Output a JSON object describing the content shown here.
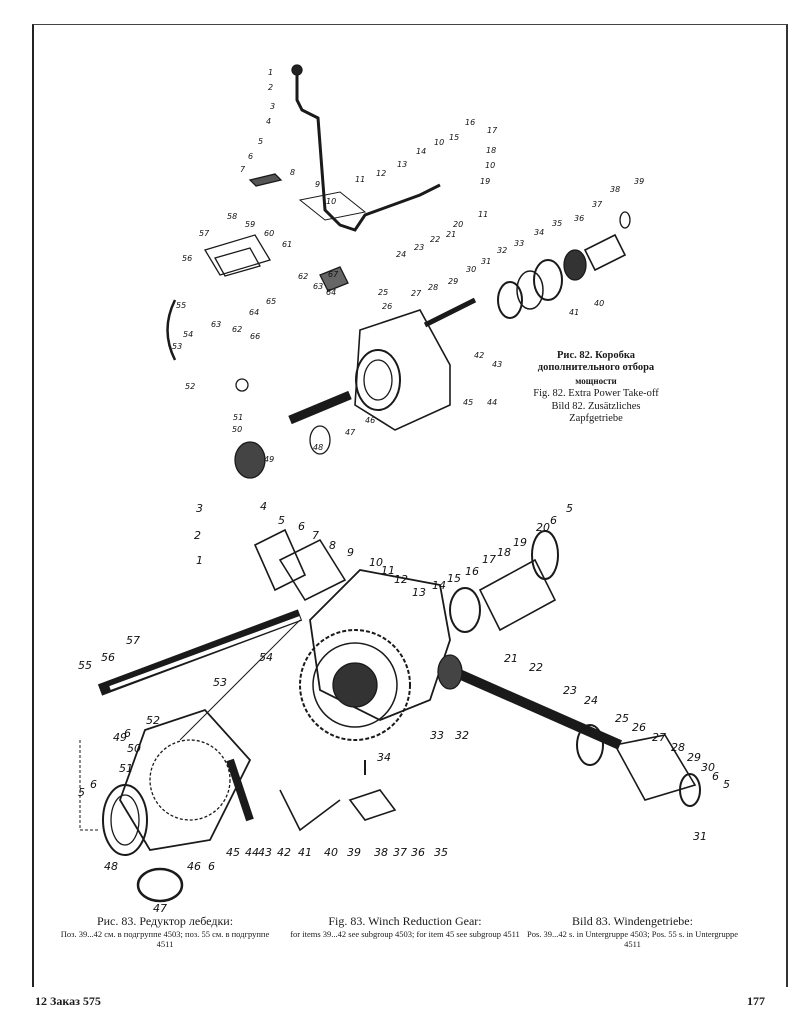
{
  "fig82": {
    "caption_ru": "Рис. 82. Коробка дополнительного отбора",
    "caption_ru_2": "мощности",
    "caption_en": "Fig. 82. Extra Power Take-off",
    "caption_de": "Bild 82. Zusätzliches Zapfgetriebe",
    "labels": [
      "1",
      "2",
      "3",
      "4",
      "5",
      "6",
      "7",
      "8",
      "9",
      "10",
      "11",
      "12",
      "13",
      "14",
      "10",
      "15",
      "16",
      "17",
      "18",
      "10",
      "19",
      "11",
      "20",
      "21",
      "22",
      "23",
      "24",
      "25",
      "26",
      "27",
      "28",
      "29",
      "30",
      "31",
      "32",
      "33",
      "34",
      "35",
      "36",
      "37",
      "38",
      "39",
      "40",
      "41",
      "42",
      "43",
      "44",
      "45",
      "46",
      "47",
      "48",
      "49",
      "50",
      "51",
      "52",
      "53",
      "54",
      "55",
      "56",
      "57",
      "58",
      "59",
      "60",
      "61",
      "62",
      "63",
      "64",
      "65",
      "66",
      "67",
      "62",
      "63",
      "64"
    ]
  },
  "fig83": {
    "caption_ru": "Рис. 83. Редуктор лебедки:",
    "note_ru": "Поз. 39...42 см. в подгруппе 4503; поз. 55 см. в подгруппе 4511",
    "caption_en": "Fig. 83. Winch Reduction Gear:",
    "note_en": "for items 39...42 see subgroup 4503; for item 45 see subgroup 4511",
    "caption_de": "Bild 83. Windengetriebe:",
    "note_de": "Pos. 39...42 s. in Untergruppe 4503; Pos. 55 s. in Untergruppe 4511",
    "labels": [
      "3",
      "4",
      "5",
      "2",
      "1",
      "6",
      "7",
      "8",
      "9",
      "10",
      "11",
      "12",
      "13",
      "14",
      "15",
      "16",
      "17",
      "18",
      "19",
      "20",
      "6",
      "5",
      "21",
      "22",
      "23",
      "24",
      "25",
      "26",
      "27",
      "28",
      "29",
      "30",
      "6",
      "5",
      "31",
      "32",
      "33",
      "34",
      "35",
      "36",
      "37",
      "38",
      "39",
      "40",
      "41",
      "42",
      "43",
      "44",
      "45",
      "46",
      "6",
      "47",
      "48",
      "49",
      "6",
      "50",
      "51",
      "52",
      "53",
      "54",
      "55",
      "56",
      "57",
      "5",
      "6"
    ]
  },
  "footer": {
    "left": "12 Заказ 575",
    "right": "177"
  }
}
